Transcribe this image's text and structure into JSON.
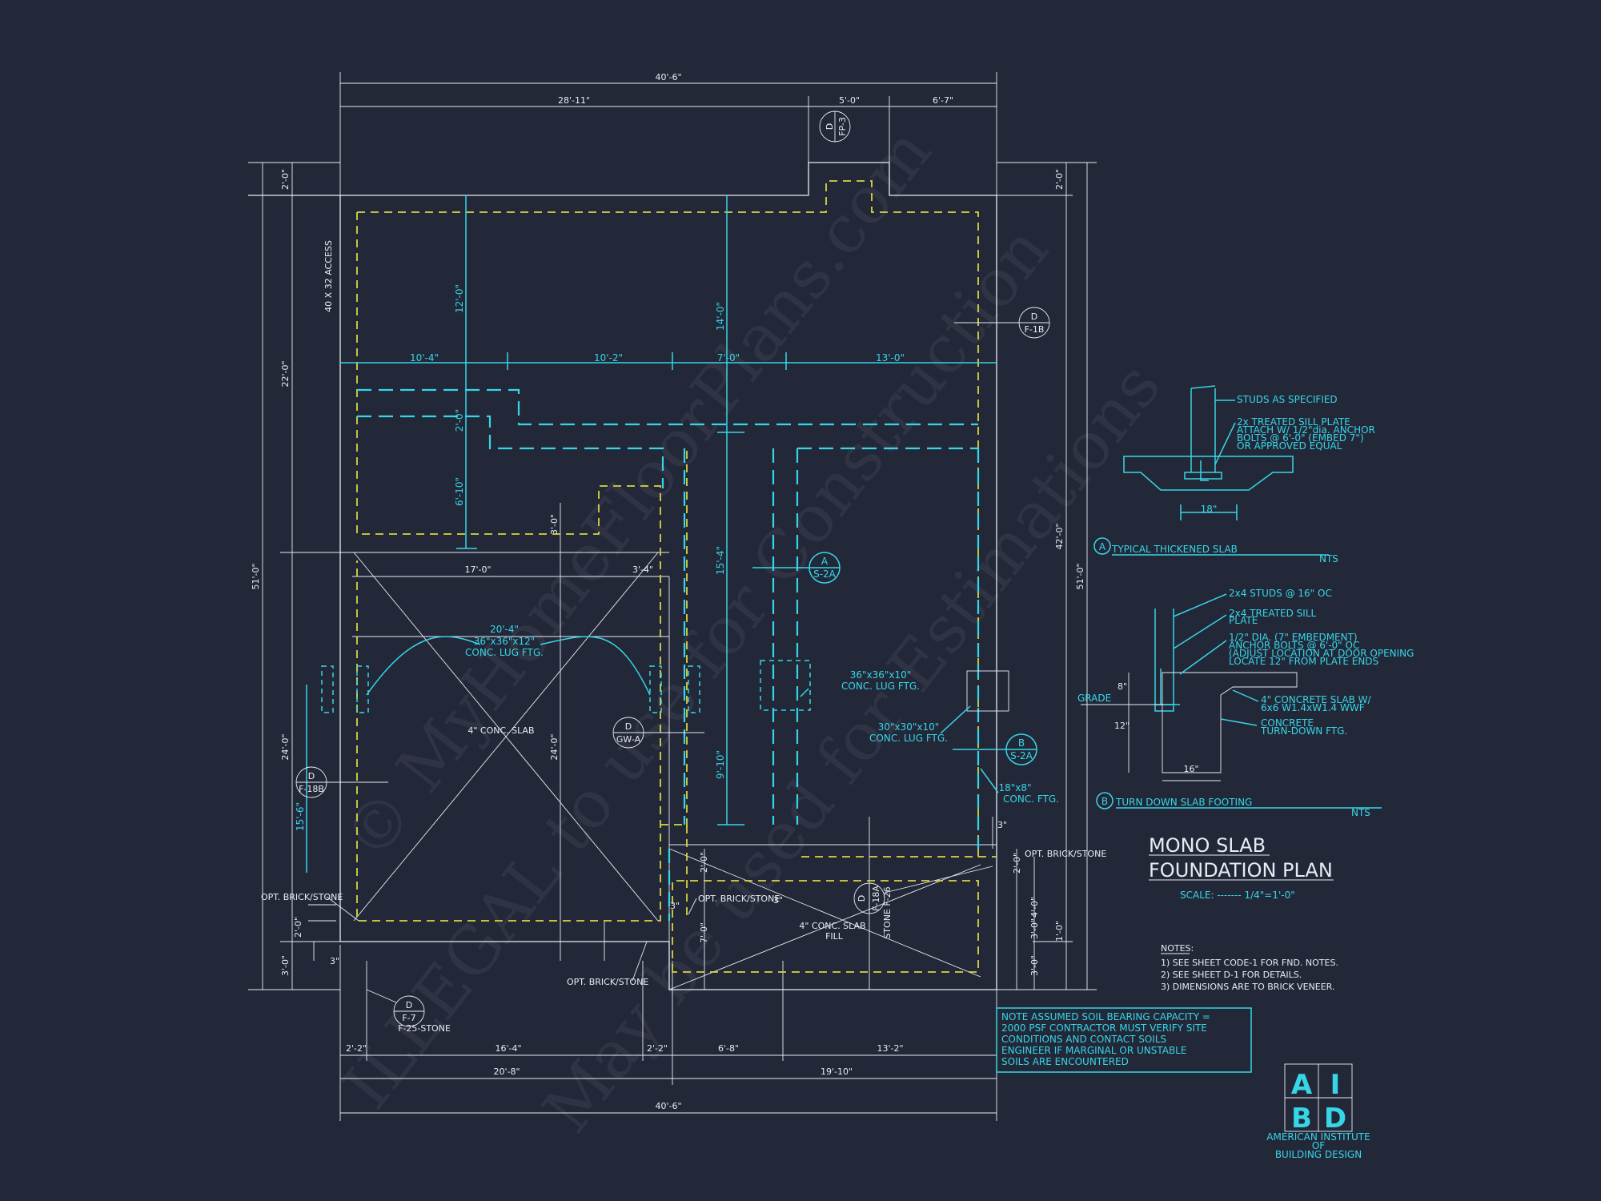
{
  "sheet": {
    "title_line1": "MONO SLAB",
    "title_line2": "FOUNDATION PLAN",
    "scale_label": "SCALE: ------- 1/4\"=1'-0\"",
    "notes_heading": "NOTES:",
    "notes": [
      "1) SEE SHEET CODE-1 FOR FND. NOTES.",
      "2) SEE SHEET D-1 FOR DETAILS.",
      "3) DIMENSIONS ARE TO BRICK VENEER."
    ],
    "soil_note": [
      "NOTE ASSUMED SOIL BEARING CAPACITY =",
      "2000 PSF CONTRACTOR MUST VERIFY SITE",
      "CONDITIONS AND CONTACT SOILS",
      "ENGINEER IF MARGINAL OR UNSTABLE",
      "SOILS ARE ENCOUNTERED"
    ],
    "logo": {
      "letters": [
        "A",
        "I",
        "B",
        "D"
      ],
      "line1": "AMERICAN INSTITUTE",
      "line2": "OF",
      "line3": "BUILDING DESIGN"
    },
    "colors": {
      "background": "#232839",
      "linework": "#e8ecf2",
      "cyan": "#36d6e6",
      "yellow": "#d9d640"
    }
  },
  "dimensions": {
    "overall_top": "40'-6\"",
    "top_a": "28'-11\"",
    "top_b": "5'-0\"",
    "top_c": "6'-7\"",
    "overall_bottom": "40'-6\"",
    "bot_a": "20'-8\"",
    "bot_b": "19'-10\"",
    "bot_c": "2'-2\"",
    "bot_d": "16'-4\"",
    "bot_e": "2'-2\"",
    "bot_f": "6'-8\"",
    "bot_g": "13'-2\"",
    "left_overall": "51'-0\"",
    "left_a": "2'-0\"",
    "left_b": "22'-0\"",
    "left_c": "24'-0\"",
    "left_d": "3'-0\"",
    "right_overall": "51'-0\"",
    "right_a": "2'-0\"",
    "right_b": "42'-0\"",
    "right_c": "3'-0\"",
    "right_d": "1'-0\"",
    "right_e": "4'-0\"",
    "right_f": "2'-0\"",
    "cyan_h1": "10'-4\"",
    "cyan_h2": "10'-2\"",
    "cyan_h3": "7'-0\"",
    "cyan_h4": "13'-0\"",
    "cyan_v1": "12'-0\"",
    "cyan_v2": "14'-0\"",
    "cyan_v3": "2'-0\"",
    "cyan_v4": "6'-10\"",
    "cyan_v5": "15'-4\"",
    "cyan_v6": "9'-10\"",
    "cyan_v7": "15'-6\"",
    "int_17": "17'-0\"",
    "int_3_4": "3'-4\"",
    "int_20_4": "20'-4\"",
    "int_24": "24'-0\"",
    "int_3a": "3'-0\"",
    "int_2a": "2'-0\"",
    "int_7": "7'-0\"",
    "int_3b": "3'-0\"",
    "int_2b": "2'-0\"",
    "int_3in": "3\"",
    "int_3in_b": "3\"",
    "int_3in_c": "3\"",
    "int_3in_d": "3\""
  },
  "labels": {
    "access": "40 X 32 ACCESS",
    "slab_main": "4\" CONC. SLAB",
    "slab_porch_1": "4\" CONC. SLAB",
    "slab_porch_2": "FILL",
    "lug_a_1": "36\"x36\"x12\"",
    "lug_a_2": "CONC. LUG FTG.",
    "lug_b_1": "36\"x36\"x10\"",
    "lug_b_2": "CONC. LUG FTG.",
    "lug_c_1": "30\"x30\"x10\"",
    "lug_c_2": "CONC. LUG FTG.",
    "ftg_1": "18\"x8\"",
    "ftg_2": "CONC. FTG.",
    "brick_1": "OPT. BRICK/STONE",
    "brick_2": "OPT. BRICK/STONE",
    "brick_3": "OPT. BRICK/STONE",
    "brick_4": "OPT. BRICK/STONE",
    "stone": "STONE F-26",
    "f25": "F-25-STONE"
  },
  "callouts": {
    "fp3": {
      "top": "D",
      "bottom": "FP-3"
    },
    "f1b": {
      "top": "D",
      "bottom": "F-1B"
    },
    "s2a_a": {
      "top": "A",
      "bottom": "S-2A"
    },
    "s2a_b": {
      "top": "B",
      "bottom": "S-2A"
    },
    "gw1a": {
      "top": "D",
      "bottom": "GW-A"
    },
    "f18b": {
      "top": "D",
      "bottom": "F-18B"
    },
    "f18a": {
      "top": "D",
      "bottom": "F-18A"
    },
    "f7": {
      "top": "D",
      "bottom": "F-7"
    }
  },
  "detail_a": {
    "marker": "A",
    "title": "TYPICAL THICKENED SLAB",
    "nts": "NTS",
    "notes": [
      "STUDS AS SPECIFIED",
      "2x TREATED SILL PLATE",
      "ATTACH W/ 1/2\"dia. ANCHOR",
      "BOLTS @ 6'-0\" (EMBED 7\")",
      "OR APPROVED EQUAL"
    ],
    "width": "18\""
  },
  "detail_b": {
    "marker": "B",
    "title": "TURN DOWN SLAB FOOTING",
    "nts": "NTS",
    "notes": [
      "2x4 STUDS @ 16\" OC",
      "2x4 TREATED SILL",
      "PLATE",
      "1/2\" DIA. (7\" EMBEDMENT)",
      "ANCHOR BOLTS @ 6'-0\" OC",
      "(ADJUST LOCATION AT DOOR OPENING",
      "LOCATE 12\" FROM PLATE ENDS",
      "4\" CONCRETE SLAB W/",
      "6x6 W1.4xW1.4 WWF",
      "CONCRETE",
      "TURN-DOWN FTG."
    ],
    "grade": "GRADE",
    "dim_8": "8\"",
    "dim_12": "12\"",
    "dim_16": "16\""
  },
  "watermark": {
    "line1": "© MyHomeFloorPlans.com",
    "line2": "ILLEGAL to use for Construction",
    "line3": "May be used for Estimations"
  }
}
